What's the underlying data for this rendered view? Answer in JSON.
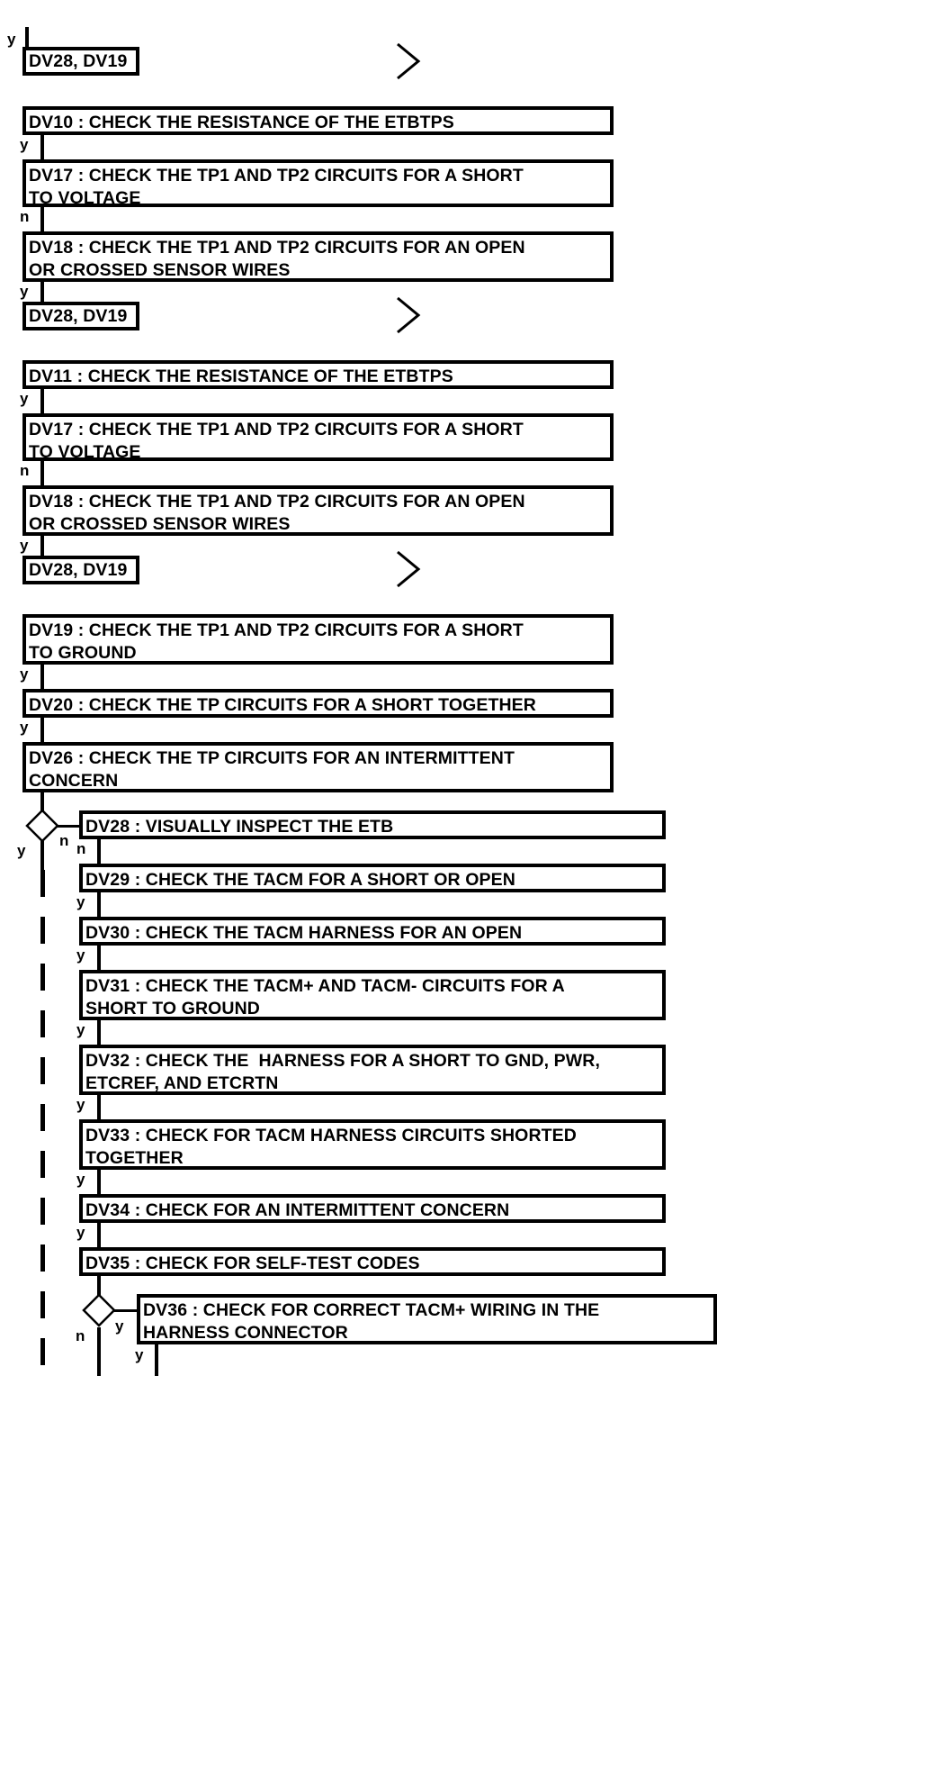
{
  "diagram": {
    "type": "flowchart",
    "title": "",
    "colors": {
      "stroke": "#000000",
      "fill": "#ffffff",
      "text": "#000000"
    },
    "nodes": [
      {
        "id": "ref1",
        "shape": "box",
        "label": "DV28, DV19"
      },
      {
        "id": "dv10",
        "shape": "box",
        "label": "DV10 : CHECK THE RESISTANCE OF THE ETBTPS"
      },
      {
        "id": "dv17a",
        "shape": "box",
        "label": "DV17 : CHECK THE TP1 AND TP2 CIRCUITS FOR A SHORT\nTO VOLTAGE"
      },
      {
        "id": "dv18a",
        "shape": "box",
        "label": "DV18 : CHECK THE TP1 AND TP2 CIRCUITS FOR AN OPEN\nOR CROSSED SENSOR WIRES"
      },
      {
        "id": "ref2",
        "shape": "box",
        "label": "DV28, DV19"
      },
      {
        "id": "dv11",
        "shape": "box",
        "label": "DV11 : CHECK THE RESISTANCE OF THE ETBTPS"
      },
      {
        "id": "dv17b",
        "shape": "box",
        "label": "DV17 : CHECK THE TP1 AND TP2 CIRCUITS FOR A SHORT\nTO VOLTAGE"
      },
      {
        "id": "dv18b",
        "shape": "box",
        "label": "DV18 : CHECK THE TP1 AND TP2 CIRCUITS FOR AN OPEN\nOR CROSSED SENSOR WIRES"
      },
      {
        "id": "ref3",
        "shape": "box",
        "label": "DV28, DV19"
      },
      {
        "id": "dv19",
        "shape": "box",
        "label": "DV19 : CHECK THE TP1 AND TP2 CIRCUITS FOR A SHORT\nTO GROUND"
      },
      {
        "id": "dv20",
        "shape": "box",
        "label": "DV20 : CHECK THE TP CIRCUITS FOR A SHORT TOGETHER"
      },
      {
        "id": "dv26",
        "shape": "box",
        "label": "DV26 : CHECK THE TP CIRCUITS FOR AN INTERMITTENT\nCONCERN"
      },
      {
        "id": "dec1",
        "shape": "diamond",
        "label": ""
      },
      {
        "id": "dv28",
        "shape": "box",
        "label": "DV28 : VISUALLY INSPECT THE ETB"
      },
      {
        "id": "dv29",
        "shape": "box",
        "label": "DV29 : CHECK THE TACM FOR A SHORT OR OPEN"
      },
      {
        "id": "dv30",
        "shape": "box",
        "label": "DV30 : CHECK THE TACM HARNESS FOR AN OPEN"
      },
      {
        "id": "dv31",
        "shape": "box",
        "label": "DV31 : CHECK THE TACM+ AND TACM- CIRCUITS FOR A\nSHORT TO GROUND"
      },
      {
        "id": "dv32",
        "shape": "box",
        "label": "DV32 : CHECK THE  HARNESS FOR A SHORT TO GND, PWR,\nETCREF, AND ETCRTN"
      },
      {
        "id": "dv33",
        "shape": "box",
        "label": "DV33 : CHECK FOR TACM HARNESS CIRCUITS SHORTED\nTOGETHER"
      },
      {
        "id": "dv34",
        "shape": "box",
        "label": "DV34 : CHECK FOR AN INTERMITTENT CONCERN"
      },
      {
        "id": "dv35",
        "shape": "box",
        "label": "DV35 : CHECK FOR SELF-TEST CODES"
      },
      {
        "id": "dec2",
        "shape": "diamond",
        "label": ""
      },
      {
        "id": "dv36",
        "shape": "box",
        "label": "DV36 : CHECK FOR CORRECT TACM+ WIRING IN THE\nHARNESS CONNECTOR"
      }
    ],
    "edge_labels": {
      "top_y": "y",
      "dv10_y": "y",
      "dv17a_n": "n",
      "dv18a_y": "y",
      "dv11_y": "y",
      "dv17b_n": "n",
      "dv18b_y": "y",
      "dv19_y": "y",
      "dv20_y": "y",
      "dec1_y": "y",
      "dec1_n": "n",
      "dv28_n": "n",
      "dv29_y": "y",
      "dv30_y": "y",
      "dv31_y": "y",
      "dv32_y": "y",
      "dv33_y": "y",
      "dv34_y": "y",
      "dec2_n": "n",
      "dec2_y": "y",
      "dv36_y": "y"
    },
    "offpage_connectors": [
      {
        "id": "chev1",
        "icon": "chevron-right-icon"
      },
      {
        "id": "chev2",
        "icon": "chevron-right-icon"
      },
      {
        "id": "chev3",
        "icon": "chevron-right-icon"
      }
    ]
  }
}
